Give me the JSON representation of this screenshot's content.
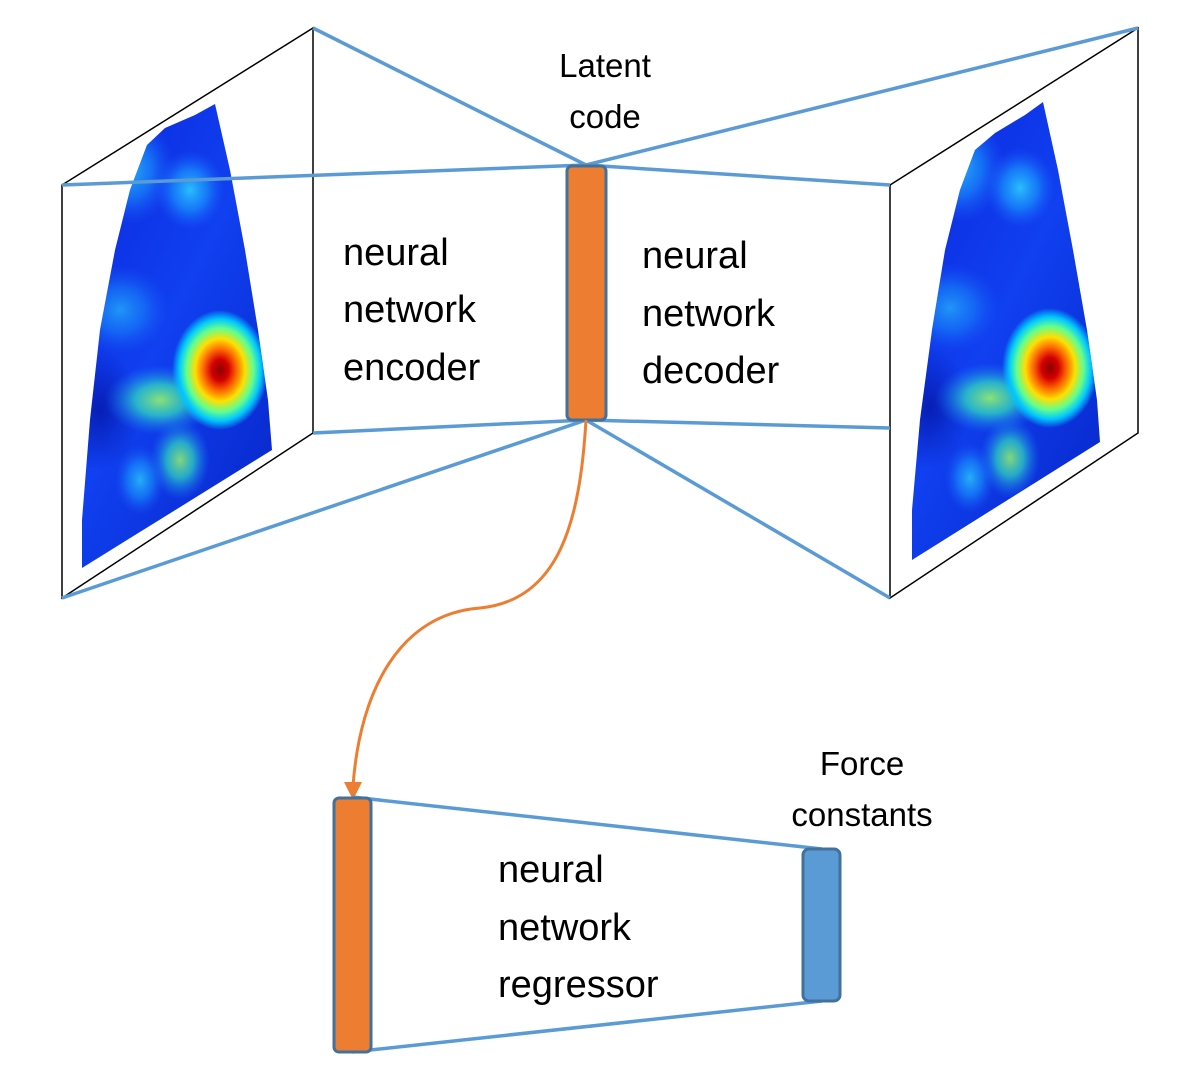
{
  "labels": {
    "latent_line1": "Latent",
    "latent_line2": "code",
    "encoder_line1": "neural",
    "encoder_line2": "network",
    "encoder_line3": "encoder",
    "decoder_line1": "neural",
    "decoder_line2": "network",
    "decoder_line3": "decoder",
    "regressor_line1": "neural",
    "regressor_line2": "network",
    "regressor_line3": "regressor",
    "force_line1": "Force",
    "force_line2": "constants"
  },
  "colors": {
    "network_lines": "#5b9bd5",
    "latent_bar": "#ed7d31",
    "arrow": "#ed7d31",
    "force_bar": "#5b9bd5",
    "bar_border": "#41719c",
    "panel_edge": "#000000"
  },
  "heatmap": {
    "colormap": "jet",
    "description_icon": "heatmap-image"
  }
}
